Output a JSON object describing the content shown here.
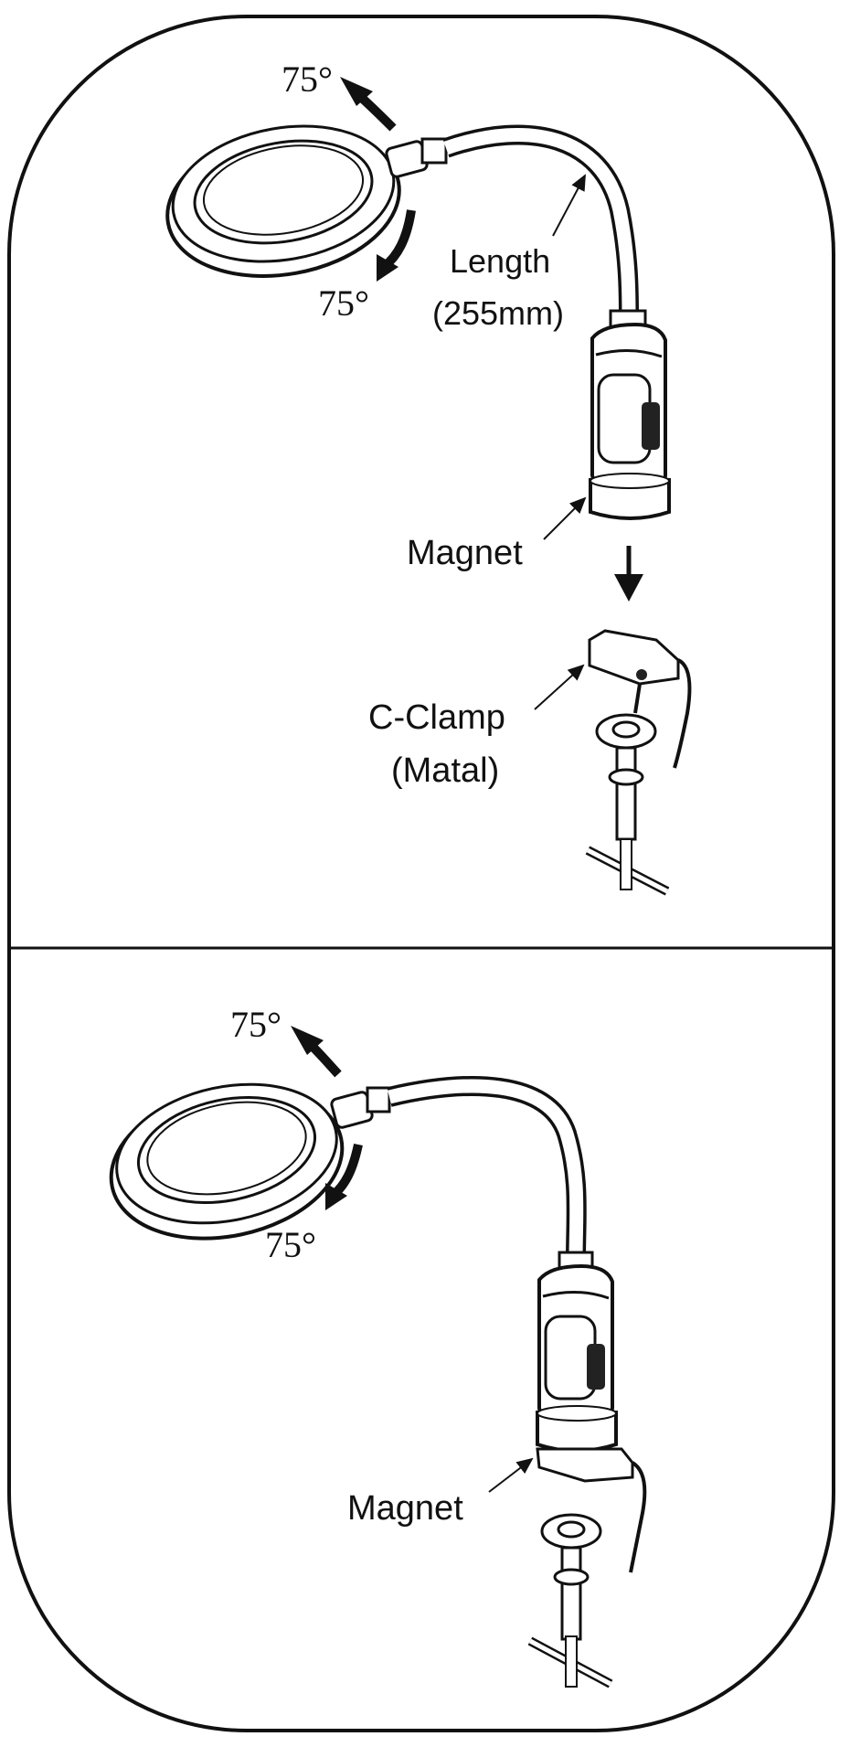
{
  "panels": [
    {
      "angle_top": "75°",
      "angle_bottom": "75°",
      "length_label": "Length",
      "length_value": "(255mm)",
      "magnet_label": "Magnet",
      "clamp_label": "C-Clamp",
      "clamp_material": "(Matal)"
    },
    {
      "angle_top": "75°",
      "angle_bottom": "75°",
      "magnet_label": "Magnet"
    }
  ],
  "colors": {
    "ink": "#111111",
    "paper": "#ffffff"
  }
}
